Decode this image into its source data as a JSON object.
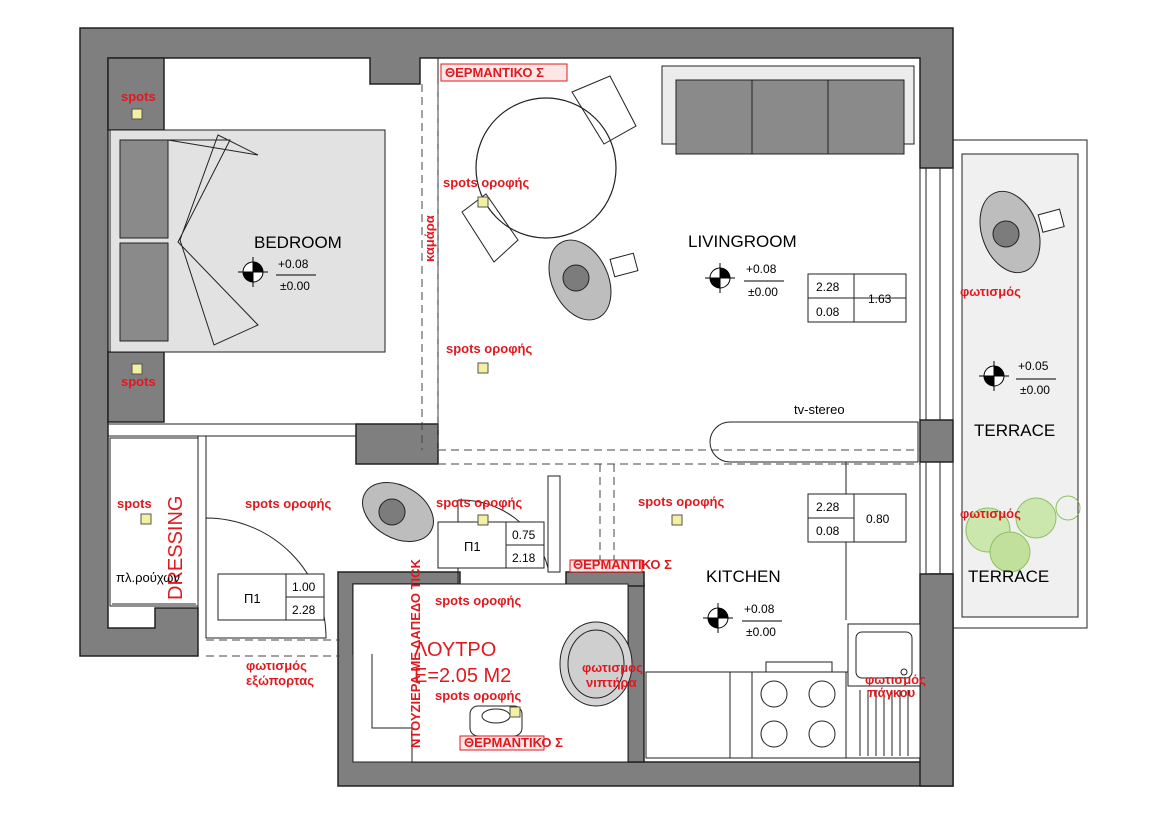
{
  "rooms": {
    "bedroom": "BEDROOM",
    "livingroom": "LIVINGROOM",
    "kitchen": "KITCHEN",
    "terrace_top": "TERRACE",
    "terrace_bottom": "TERRACE",
    "dressing": "DRESSING",
    "bath_name": "ΛΟΥΤΡΟ",
    "bath_area": "E=2.05 M2"
  },
  "levels": {
    "bedroom": {
      "top": "+0.08",
      "bottom": "±0.00"
    },
    "living": {
      "top": "+0.08",
      "bottom": "±0.00"
    },
    "kitchen": {
      "top": "+0.08",
      "bottom": "±0.00"
    },
    "terrace": {
      "top": "+0.05",
      "bottom": "±0.00"
    }
  },
  "windows": {
    "living": {
      "h1": "2.28",
      "h2": "0.08",
      "w": "1.63"
    },
    "kitchen": {
      "h1": "2.28",
      "h2": "0.08",
      "w": "0.80"
    }
  },
  "doors": {
    "door1": {
      "code": "Π1",
      "w": "0.75",
      "h": "2.18"
    },
    "door2": {
      "code": "Π1",
      "w": "1.00",
      "h": "2.28"
    }
  },
  "labels": {
    "spots_top": "spots",
    "spots_bed": "spots",
    "spots_dressing": "spots",
    "spots_ceiling_1": "spots οροφής",
    "spots_ceiling_2": "spots οροφής",
    "spots_ceiling_3": "spots οροφής",
    "spots_ceiling_4": "spots οροφής",
    "spots_ceiling_5": "spots οροφής",
    "spots_ceiling_6": "spots οροφής",
    "spots_ceiling_7": "spots οροφής",
    "heater_top": "ΘΕΡΜΑΝΤΙΚΟ Σ",
    "heater_mid": "ΘΕΡΜΑΝΤΙΚΟ Σ",
    "heater_bath": "ΘΕΡΜΑΝΤΙΚΟ Σ",
    "kamara": "καμάρα",
    "tv": "tv-stereo",
    "lighting_terrace_1": "φωτισμός",
    "lighting_terrace_2": "φωτισμός",
    "lighting_outdoor_1": "φωτισμός",
    "lighting_outdoor_2": "εξώπορτας",
    "lighting_sink_1": "φωτισμός",
    "lighting_sink_2": "πάγκου",
    "lighting_mirror_1": "φωτισμός",
    "lighting_mirror_2": "νιπτήρα",
    "wardrobe": "πλ.ρούχων",
    "shower": "ΝΤΟΥΖΙΕΡΑ ΜΕ ΔΑΠΕΔΟ ΤΙCK"
  }
}
